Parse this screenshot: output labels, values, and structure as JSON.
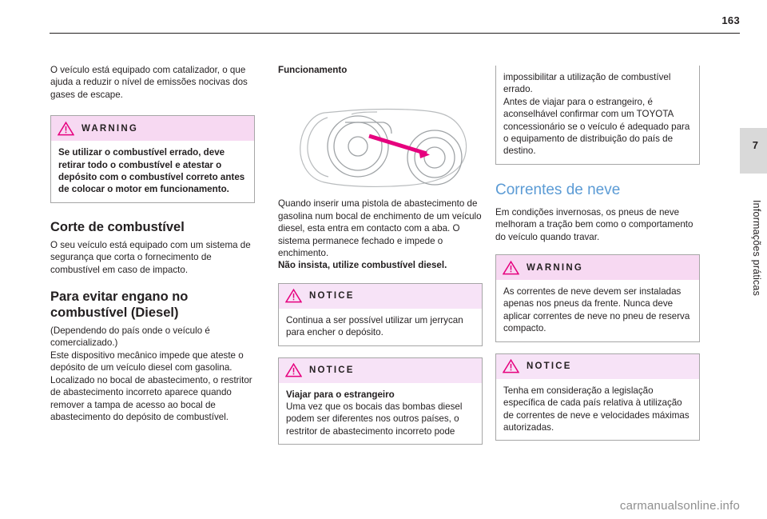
{
  "document": {
    "page_number": "163",
    "side_tab_number": "7",
    "side_tab_label": "Informações práticas",
    "footer": "carmanualsonline.info"
  },
  "column1": {
    "intro": "O veículo está equipado com catalizador, o que ajuda a reduzir o nível de emissões nocivas dos gases de escape.",
    "warning1": {
      "title": "WARNING",
      "icon": "warning-triangle-icon",
      "text": "Se utilizar o combustível errado, deve retirar todo o combustível e atestar o depósito com o combustível correto antes de colocar o motor em funcionamento."
    },
    "heading_corte": "Corte de combustível",
    "corte_text": "O seu veículo está equipado com um sistema de segurança que corta o fornecimento de combustível em caso de impacto.",
    "heading_engano": "Para evitar engano no combustível (Diesel)",
    "engano_text1": "(Dependendo do país onde o veículo é comercializado.)",
    "engano_text2": "Este dispositivo mecânico impede que ateste o depósito de um veículo diesel com gasolina. Localizado no bocal de abastecimento, o restritor de abastecimento incorreto aparece quando remover a tampa de acesso ao bocal de abastecimento do depósito de combustível."
  },
  "column2": {
    "heading_func": "Funcionamento",
    "illustration": "fuel-filler-nozzle-illustration",
    "func_text": "Quando inserir uma pistola de abastecimento de gasolina num bocal de enchimento de um veículo diesel, esta entra em contacto com a aba. O sistema permanece fechado e impede o enchimento.",
    "func_bold": "Não insista, utilize combustível diesel.",
    "notice1": {
      "title": "NOTICE",
      "icon": "notice-triangle-icon",
      "text": "Continua a ser possível utilizar um jerrycan para encher o depósito."
    },
    "notice2": {
      "title": "NOTICE",
      "icon": "notice-triangle-icon",
      "subtitle": "Viajar para o estrangeiro",
      "text": "Uma vez que os bocais das bombas diesel podem ser diferentes nos outros países, o restritor de abastecimento incorreto pode"
    }
  },
  "column3": {
    "continuation": "impossibilitar a utilização de combustível errado.\nAntes de viajar para o estrangeiro, é aconselhável confirmar com um TOYOTA concessionário se o veículo é adequado para o equipamento de distribuição do país de destino.",
    "heading_correntes": "Correntes de neve",
    "correntes_text": "Em condições invernosas, os pneus de neve melhoram a tração bem como o comportamento do veículo quando travar.",
    "warning1": {
      "title": "WARNING",
      "icon": "warning-triangle-icon",
      "text": "As correntes de neve devem ser instaladas apenas nos pneus da frente. Nunca deve aplicar correntes de neve no pneu de reserva compacto."
    },
    "notice1": {
      "title": "NOTICE",
      "icon": "notice-triangle-icon",
      "text": "Tenha em consideração a legislação específica de cada país relativa à utilização de correntes de neve e velocidades máximas autorizadas."
    }
  },
  "colors": {
    "accent_blue": "#5b9bd5",
    "notice_header": "#f7e3f7",
    "magenta_arrow": "#e6007e",
    "side_tab": "#d9d9d9"
  }
}
